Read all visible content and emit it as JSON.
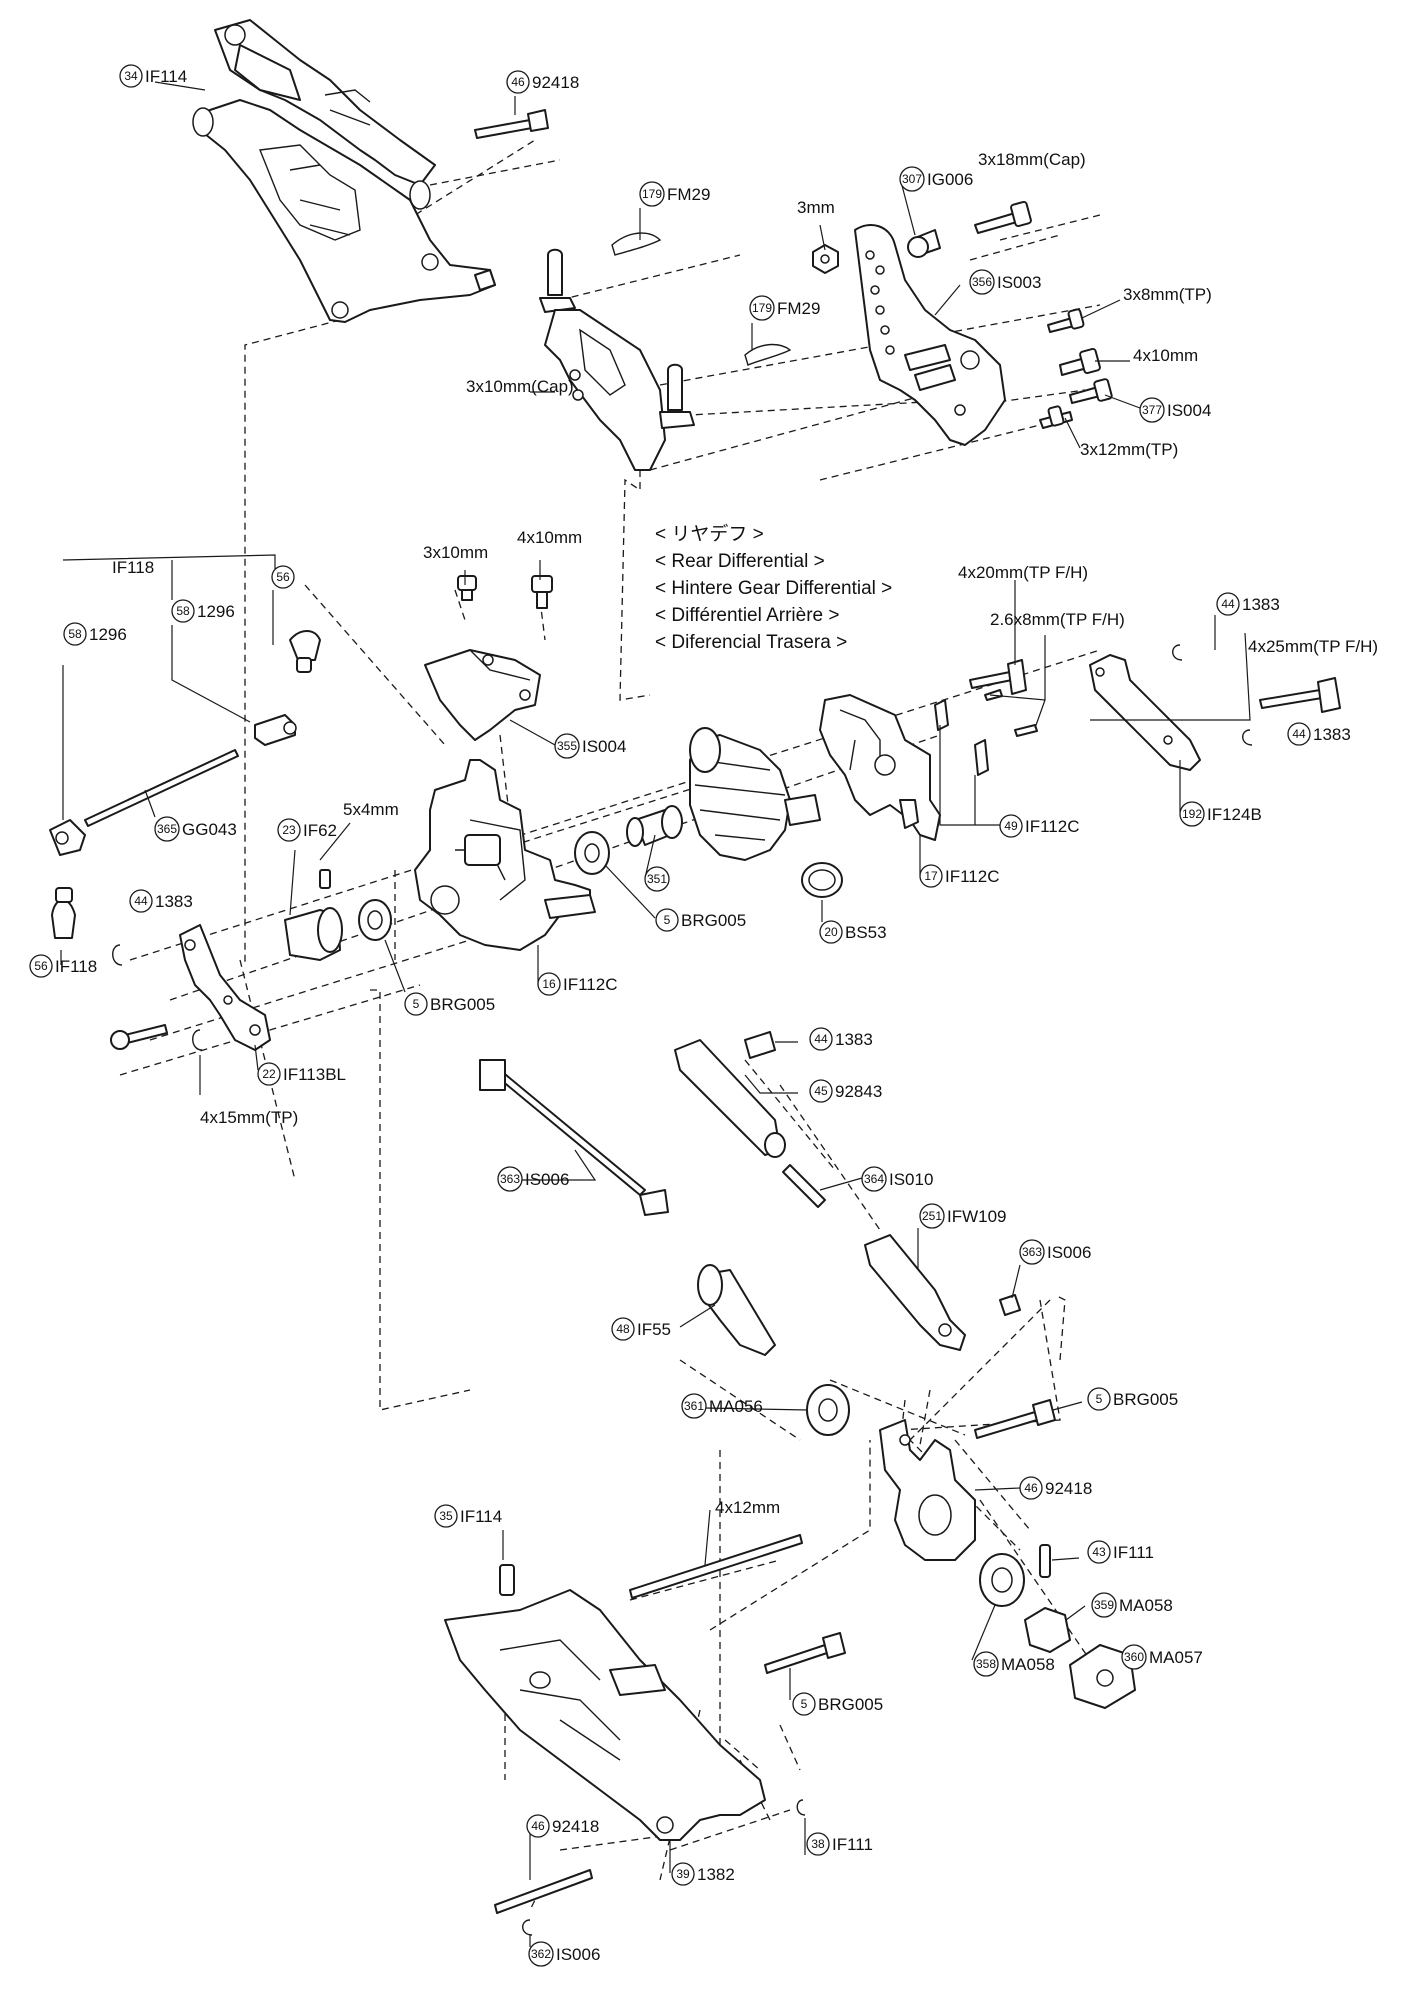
{
  "colors": {
    "line": "#1a1a1a",
    "background": "#ffffff",
    "shade": "#e6e6e6"
  },
  "title": {
    "lines": [
      "< リヤデフ >",
      "< Rear Differential >",
      "< Hintere Gear Differential >",
      "< Différentiel Arrière >",
      "< Diferencial Trasera >"
    ]
  },
  "group_label": "IF118",
  "callouts": [
    {
      "n": "34",
      "code": "IF114"
    },
    {
      "n": "46",
      "code": "92418"
    },
    {
      "n": "179",
      "code": "FM29"
    },
    {
      "n": "307",
      "code": "IG006"
    },
    {
      "n": "",
      "code": "3x18mm(Cap)"
    },
    {
      "n": "",
      "code": "3mm"
    },
    {
      "n": "356",
      "code": "IS003"
    },
    {
      "n": "179",
      "code": "FM29"
    },
    {
      "n": "",
      "code": "3x8mm(TP)"
    },
    {
      "n": "",
      "code": "4x10mm"
    },
    {
      "n": "377",
      "code": "IS004"
    },
    {
      "n": "",
      "code": "3x10mm(Cap)"
    },
    {
      "n": "",
      "code": "3x12mm(TP)"
    },
    {
      "n": "",
      "code": "3x10mm"
    },
    {
      "n": "",
      "code": "4x10mm"
    },
    {
      "n": "",
      "code": "4x20mm(TP F/H)"
    },
    {
      "n": "56",
      "code": ""
    },
    {
      "n": "44",
      "code": "1383"
    },
    {
      "n": "58",
      "code": "1296"
    },
    {
      "n": "58",
      "code": "1296"
    },
    {
      "n": "",
      "code": "2.6x8mm(TP F/H)"
    },
    {
      "n": "",
      "code": "4x25mm(TP F/H)"
    },
    {
      "n": "355",
      "code": "IS004"
    },
    {
      "n": "44",
      "code": "1383"
    },
    {
      "n": "365",
      "code": "GG043"
    },
    {
      "n": "",
      "code": "5x4mm"
    },
    {
      "n": "23",
      "code": "IF62"
    },
    {
      "n": "49",
      "code": "IF112C"
    },
    {
      "n": "192",
      "code": "IF124B"
    },
    {
      "n": "351",
      "code": ""
    },
    {
      "n": "17",
      "code": "IF112C"
    },
    {
      "n": "44",
      "code": "1383"
    },
    {
      "n": "5",
      "code": "BRG005"
    },
    {
      "n": "20",
      "code": "BS53"
    },
    {
      "n": "56",
      "code": "IF118"
    },
    {
      "n": "5",
      "code": "BRG005"
    },
    {
      "n": "16",
      "code": "IF112C"
    },
    {
      "n": "22",
      "code": "IF113BL"
    },
    {
      "n": "",
      "code": "4x15mm(TP)"
    },
    {
      "n": "44",
      "code": "1383"
    },
    {
      "n": "45",
      "code": "92843"
    },
    {
      "n": "363",
      "code": "IS006"
    },
    {
      "n": "364",
      "code": "IS010"
    },
    {
      "n": "251",
      "code": "IFW109"
    },
    {
      "n": "363",
      "code": "IS006"
    },
    {
      "n": "48",
      "code": "IF55"
    },
    {
      "n": "361",
      "code": "MA056"
    },
    {
      "n": "5",
      "code": "BRG005"
    },
    {
      "n": "46",
      "code": "92418"
    },
    {
      "n": "35",
      "code": "IF114"
    },
    {
      "n": "",
      "code": "4x12mm"
    },
    {
      "n": "43",
      "code": "IF111"
    },
    {
      "n": "359",
      "code": "MA058"
    },
    {
      "n": "360",
      "code": "MA057"
    },
    {
      "n": "358",
      "code": "MA058"
    },
    {
      "n": "5",
      "code": "BRG005"
    },
    {
      "n": "46",
      "code": "92418"
    },
    {
      "n": "38",
      "code": "IF111"
    },
    {
      "n": "39",
      "code": "1382"
    },
    {
      "n": "362",
      "code": "IS006"
    },
    {
      "n": "39",
      "code": "1382"
    }
  ]
}
